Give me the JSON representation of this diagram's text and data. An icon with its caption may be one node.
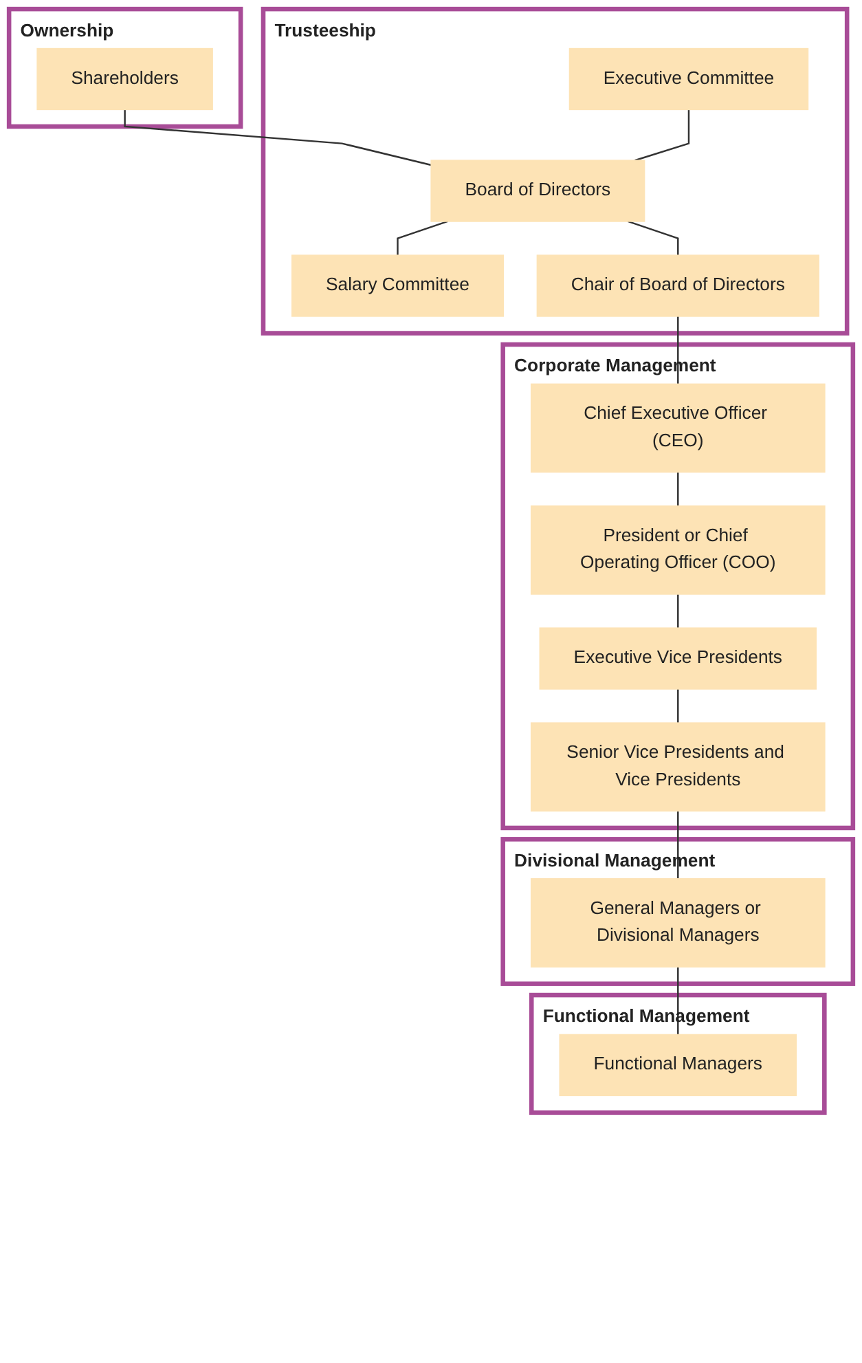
{
  "diagram": {
    "nodes": [
      {
        "text": [
          "Ownership"
        ]
      },
      {
        "text": [
          "Shareholders"
        ],
        "in": 0
      },
      {
        "text": [
          "Trusteeship"
        ]
      },
      {
        "text": [
          "Executive Committee"
        ],
        "in": 2
      },
      {
        "text": [
          "Board of Directors"
        ],
        "in": 2
      },
      {
        "text": [
          "Salary Committee"
        ],
        "in": 2
      },
      {
        "text": [
          "Chair of Board of Directors"
        ],
        "in": 2
      },
      {
        "text": [
          "Corporate Management"
        ]
      },
      {
        "text": [
          "Chief Executive Officer (CEO)"
        ],
        "in": 7
      },
      {
        "text": [
          "President or Chief Operating Officer (COO)"
        ],
        "in": 7
      },
      {
        "text": [
          "Executive Vice Presidents"
        ],
        "in": 7
      },
      {
        "text": [
          "Senior Vice Presidents and Vice Presidents"
        ],
        "in": 7
      },
      {
        "text": [
          "Divisional Management"
        ]
      },
      {
        "text": [
          "General Managers or Divisional Managers"
        ],
        "in": 12
      },
      {
        "text": [
          "Functional Management"
        ]
      },
      {
        "text": [
          "Functional Managers"
        ],
        "in": 14
      }
    ],
    "edges": [
      {
        "from": 1,
        "to": 4,
        "arrow": "none"
      },
      {
        "from": 3,
        "to": 4,
        "arrow": "none"
      },
      {
        "from": 4,
        "to": 5,
        "arrow": "none"
      },
      {
        "from": 4,
        "to": 6,
        "arrow": "none"
      },
      {
        "from": 6,
        "to": 8,
        "arrow": "none"
      },
      {
        "from": 8,
        "to": 9,
        "arrow": "none"
      },
      {
        "from": 9,
        "to": 10,
        "arrow": "none"
      },
      {
        "from": 10,
        "to": 11,
        "arrow": "none"
      },
      {
        "from": 11,
        "to": 13,
        "arrow": "none"
      },
      {
        "from": 13,
        "to": 15,
        "arrow": "none"
      }
    ]
  }
}
